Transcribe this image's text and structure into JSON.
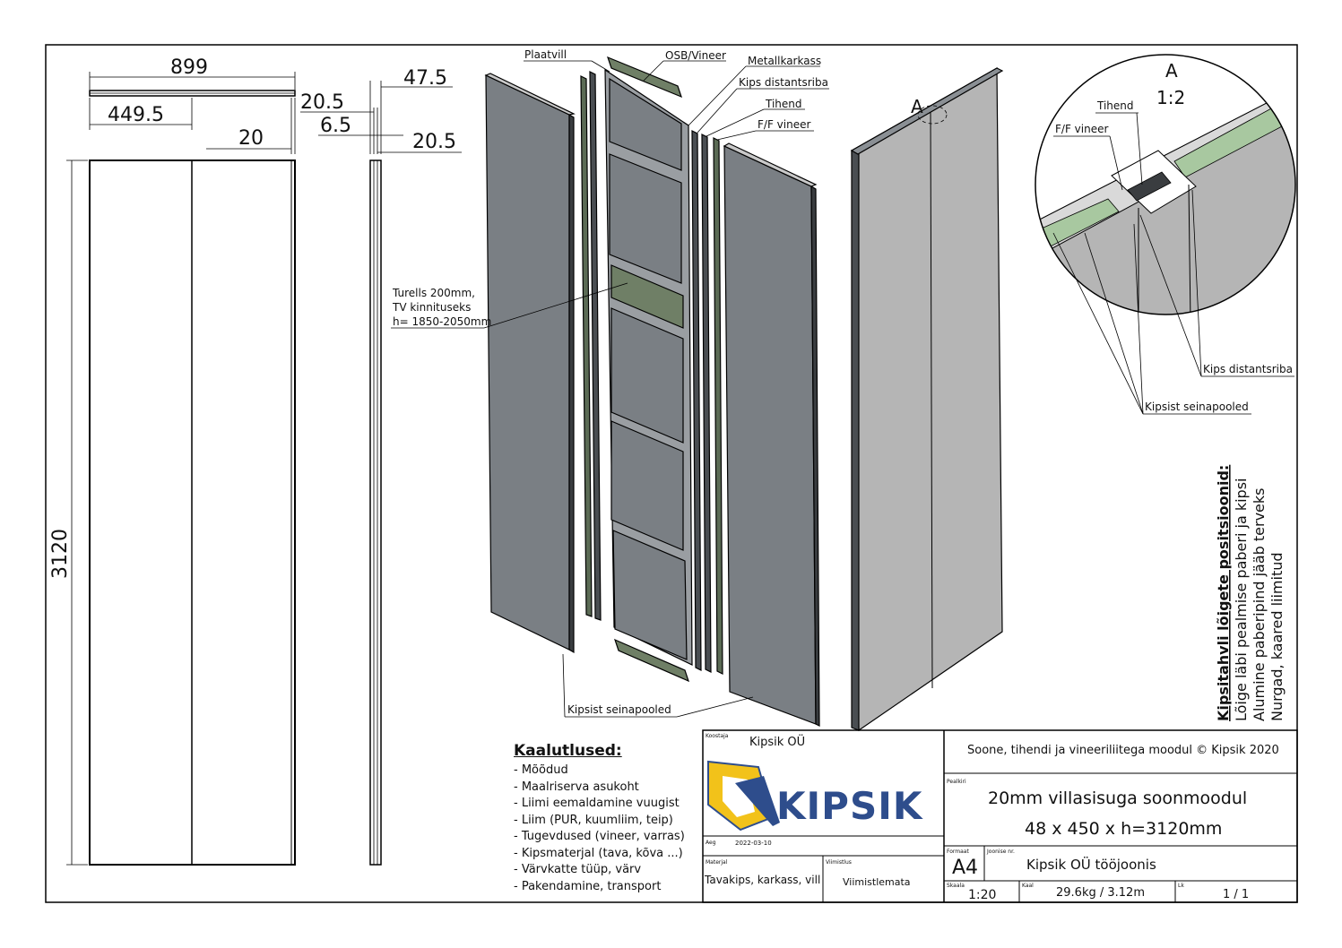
{
  "dimensions": {
    "width_total": "899",
    "half_width": "449.5",
    "edge": "20",
    "height": "3120",
    "thickness_total": "47.5",
    "layer_outer": "20.5",
    "layer_core": "6.5",
    "layer_outer_2": "20.5"
  },
  "callouts": {
    "plaatvill": "Plaatvill",
    "osb_vineer": "OSB/Vineer",
    "metallkarkass": "Metallkarkass",
    "kips_distantsriba": "Kips distantsriba",
    "tihend": "Tihend",
    "ff_vineer": "F/F vineer",
    "turells_1": "Turells 200mm,",
    "turells_2": "TV kinnituseks",
    "turells_3": "h= 1850-2050mm",
    "kipsist_seinapooled": "Kipsist seinapooled",
    "section_mark": "A"
  },
  "detail": {
    "title": "A",
    "scale": "1:2",
    "tihend": "Tihend",
    "ff_vineer": "F/F vineer",
    "kips_distantsriba": "Kips distantsriba",
    "kipsist_seinapooled": "Kipsist seinapooled"
  },
  "side_note": {
    "title": "Kipsitahvli lõigete positsioonid:",
    "line1": "Lõige läbi pealmise paberi ja kipsi",
    "line2": "Alumine paberipind jääb terveks",
    "line3": "Nurgad, kaared liimitud"
  },
  "notes": {
    "heading": "Kaalutlused:",
    "items": [
      "- Mõõdud",
      "- Maalriserva asukoht",
      "- Liimi eemaldamine vuugist",
      "- Liim (PUR, kuumliim, teip)",
      "- Tugevdused (vineer, varras)",
      "- Kipsmaterjal (tava, kõva ...)",
      "- Värvkatte tüüp, värv",
      "- Pakendamine, transport"
    ]
  },
  "title_block": {
    "koostaja_label": "Koostaja",
    "koostaja": "Kipsik OÜ",
    "logo_text": "KIPSIK",
    "aeg_label": "Aeg",
    "aeg": "2022-03-10",
    "materjal_label": "Materjal",
    "materjal": "Tavakips, karkass, vill",
    "viimistlus_label": "Viimistlus",
    "viimistlus": "Viimistlemata",
    "copyright": "Soone, tihendi ja vineeriliitega moodul © Kipsik 2020",
    "pealkiri_label": "Pealkiri",
    "title_line1": "20mm villasisuga soonmoodul",
    "title_line2": "48 x 450 x h=3120mm",
    "formaat_label": "Formaat",
    "formaat": "A4",
    "joonise_nr_label": "Joonise nr.",
    "joonise_nr": "Kipsik OÜ tööjoonis",
    "skaala_label": "Skaala",
    "skaala": "1:20",
    "kaal_label": "Kaal",
    "kaal": "29.6kg / 3.12m",
    "lk_label": "Lk",
    "lk": "1 / 1"
  },
  "colors": {
    "panel_grey": "#7a7f84",
    "panel_light": "#b5b5b5",
    "wool_green": "#a8c8a0",
    "osb_green": "#6f7f66",
    "logo_yellow": "#f2c21a",
    "logo_blue": "#2e4d8c"
  }
}
